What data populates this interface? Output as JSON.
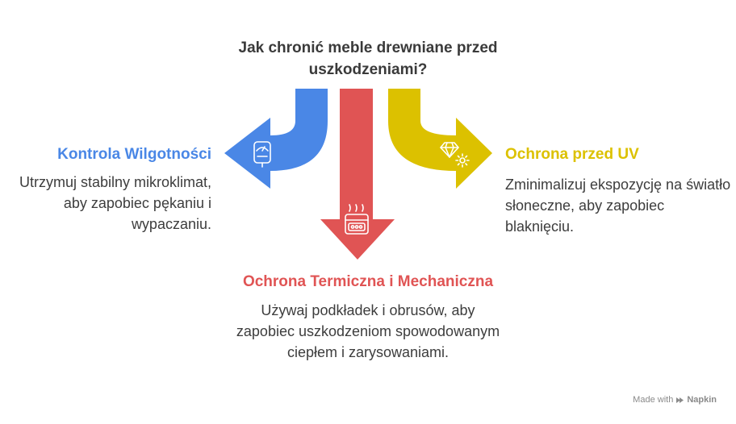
{
  "title": "Jak chronić meble drewniane przed uszkodzeniami?",
  "branches": {
    "left": {
      "heading": "Kontrola Wilgotności",
      "text": "Utrzymuj stabilny mikroklimat, aby zapobiec pękaniu i wypaczaniu.",
      "color": "#4a87e6",
      "icon": "hygrometer-icon"
    },
    "center": {
      "heading": "Ochrona Termiczna i Mechaniczna",
      "text": "Używaj podkładek i obrusów, aby zapobiec uszkodzeniom spowodowanym ciepłem i zarysowaniami.",
      "color": "#e05454",
      "icon": "hot-plate-icon"
    },
    "right": {
      "heading": "Ochrona przed UV",
      "text": "Zminimalizuj ekspozycję na światło słoneczne, aby zapobiec blaknięciu.",
      "color": "#dcc100",
      "icon": "gem-sun-icon"
    }
  },
  "footer": {
    "made_with": "Made with",
    "brand": "Napkin"
  }
}
